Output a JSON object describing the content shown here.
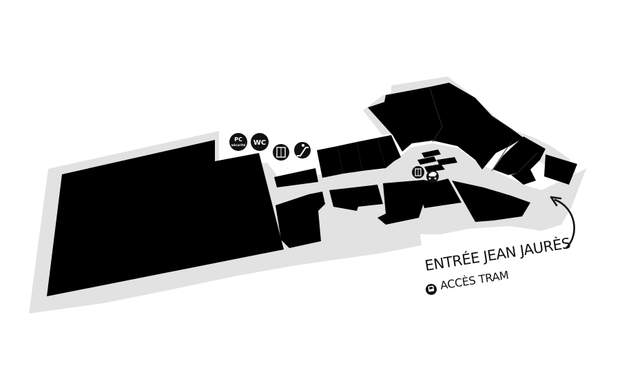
{
  "map": {
    "colors": {
      "background": "#ffffff",
      "floor": "#e2e2e2",
      "store": "#000000",
      "icon": "#111111",
      "text": "#111111"
    },
    "services": {
      "pc_label_top": "PC",
      "pc_label_bottom": "sécurité",
      "wc_label": "WC",
      "elevator_icon": "elevator-icon",
      "escalator_icon": "escalator-icon",
      "stroller_icon": "stroller-icon"
    },
    "entrance": {
      "title": "ENTRÉE JEAN JAURÈS",
      "access": "ACCÈS TRAM",
      "access_icon": "tram-icon",
      "arrow_icon": "curved-arrow-icon"
    }
  }
}
